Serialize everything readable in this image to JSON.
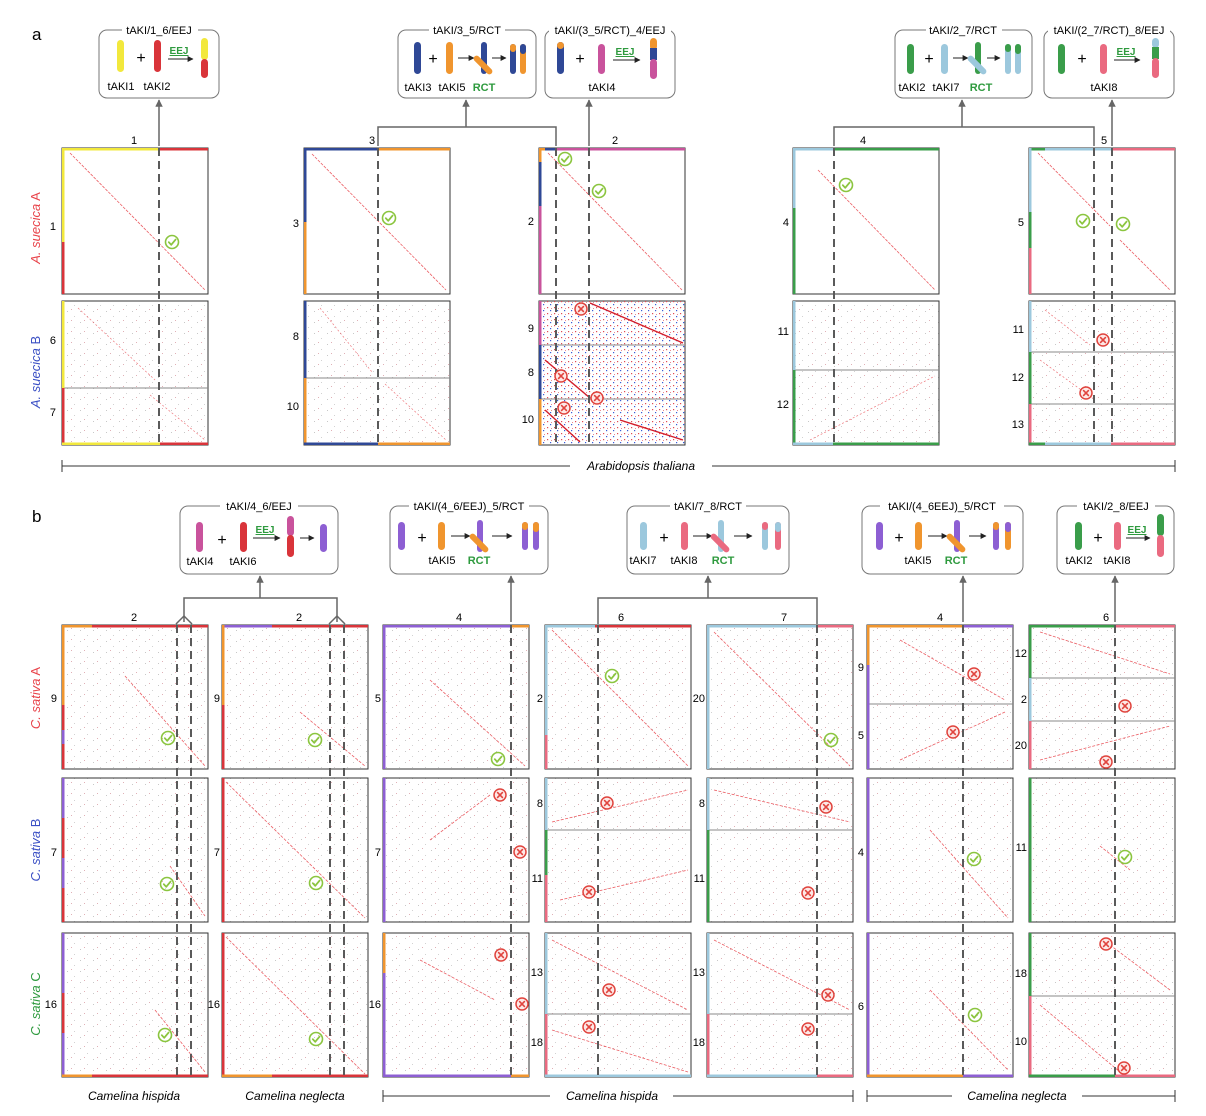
{
  "colors": {
    "A": "#e8434a",
    "B": "#3a4fc4",
    "C": "#2e9a3e",
    "yellow": "#f2e83c",
    "red": "#d9343a",
    "navy": "#2f4896",
    "orange": "#f0952e",
    "magenta": "#c9539c",
    "lightblue": "#9cc8dd",
    "green": "#3a9d4a",
    "pink": "#ea6a80",
    "purple": "#8d5fd3",
    "check": "#8bc53f",
    "cross": "#e0443e",
    "dash": "#5a5a5a"
  },
  "panel_a": {
    "label": "a",
    "species_title": "Arabidopsis thaliana",
    "row_labels": [
      {
        "italic": "A. suecica",
        "sub": " A",
        "color": "#e8434a"
      },
      {
        "italic": "A. suecica",
        "sub": " B",
        "color": "#3a4fc4"
      }
    ],
    "boxes": [
      {
        "title": "tAKI/1_6/EEJ",
        "labels": [
          "tAKI1",
          "tAKI2"
        ],
        "mech": "EEJ"
      },
      {
        "title": "tAKI/3_5/RCT",
        "labels": [
          "tAKI3",
          "tAKI5"
        ],
        "mech": "RCT"
      },
      {
        "title": "tAKI/(3_5/RCT)_4/EEJ",
        "labels": [
          "tAKI4"
        ],
        "mech": "EEJ"
      },
      {
        "title": "tAKI/2_7/RCT",
        "labels": [
          "tAKI2",
          "tAKI7"
        ],
        "mech": "RCT"
      },
      {
        "title": "tAKI/(2_7/RCT)_8/EEJ",
        "labels": [
          "tAKI8"
        ],
        "mech": "EEJ"
      }
    ],
    "columns": [
      {
        "top": "1",
        "a": [
          "1"
        ],
        "b": [
          "6",
          "7"
        ]
      },
      {
        "top": "3",
        "a": [
          "3"
        ],
        "b": [
          "8",
          "10"
        ]
      },
      {
        "top": "2",
        "a": [
          "2"
        ],
        "b": [
          "9",
          "8",
          "10"
        ]
      },
      {
        "top": "4",
        "a": [
          "4"
        ],
        "b": [
          "11",
          "12"
        ]
      },
      {
        "top": "5",
        "a": [
          "5"
        ],
        "b": [
          "11",
          "12",
          "13"
        ]
      }
    ]
  },
  "panel_b": {
    "label": "b",
    "row_labels": [
      {
        "italic": "C. sativa",
        "sub": " A",
        "color": "#e8434a"
      },
      {
        "italic": "C. sativa",
        "sub": " B",
        "color": "#3a4fc4"
      },
      {
        "italic": "C. sativa",
        "sub": " C",
        "color": "#2e9a3e"
      }
    ],
    "boxes": [
      {
        "title": "tAKI/4_6/EEJ",
        "labels": [
          "tAKI4",
          "tAKI6"
        ],
        "mech": "EEJ"
      },
      {
        "title": "tAKI/(4_6/EEJ)_5/RCT",
        "labels": [
          "tAKI5"
        ],
        "mech": "RCT"
      },
      {
        "title": "tAKI/7_8/RCT",
        "labels": [
          "tAKI7",
          "tAKI8"
        ],
        "mech": "RCT"
      },
      {
        "title": "tAKI/(4_6EEJ)_5/RCT",
        "labels": [
          "tAKI5"
        ],
        "mech": "RCT"
      },
      {
        "title": "tAKI/2_8/EEJ",
        "labels": [
          "tAKI2",
          "tAKI8"
        ],
        "mech": "EEJ"
      }
    ],
    "columns": [
      {
        "top": "2",
        "rows": [
          [
            "9"
          ],
          [
            "7"
          ],
          [
            "16"
          ]
        ]
      },
      {
        "top": "2",
        "rows": [
          [
            "9"
          ],
          [
            "7"
          ],
          [
            "16"
          ]
        ]
      },
      {
        "top": "4",
        "rows": [
          [
            "5"
          ],
          [
            "7"
          ],
          [
            "16"
          ]
        ]
      },
      {
        "top": "6",
        "rows": [
          [
            "2"
          ],
          [
            "8",
            "11"
          ],
          [
            "13",
            "18"
          ]
        ]
      },
      {
        "top": "7",
        "rows": [
          [
            "20"
          ],
          [
            "8",
            "11"
          ],
          [
            "13",
            "18"
          ]
        ]
      },
      {
        "top": "4",
        "rows": [
          [
            "9",
            "5"
          ],
          [
            "4"
          ],
          [
            "6"
          ]
        ]
      },
      {
        "top": "6",
        "rows": [
          [
            "12",
            "2",
            "20"
          ],
          [
            "11"
          ],
          [
            "18",
            "10"
          ]
        ]
      }
    ],
    "species": [
      "Camelina hispida",
      "Camelina neglecta",
      "Camelina hispida",
      "Camelina neglecta"
    ]
  }
}
